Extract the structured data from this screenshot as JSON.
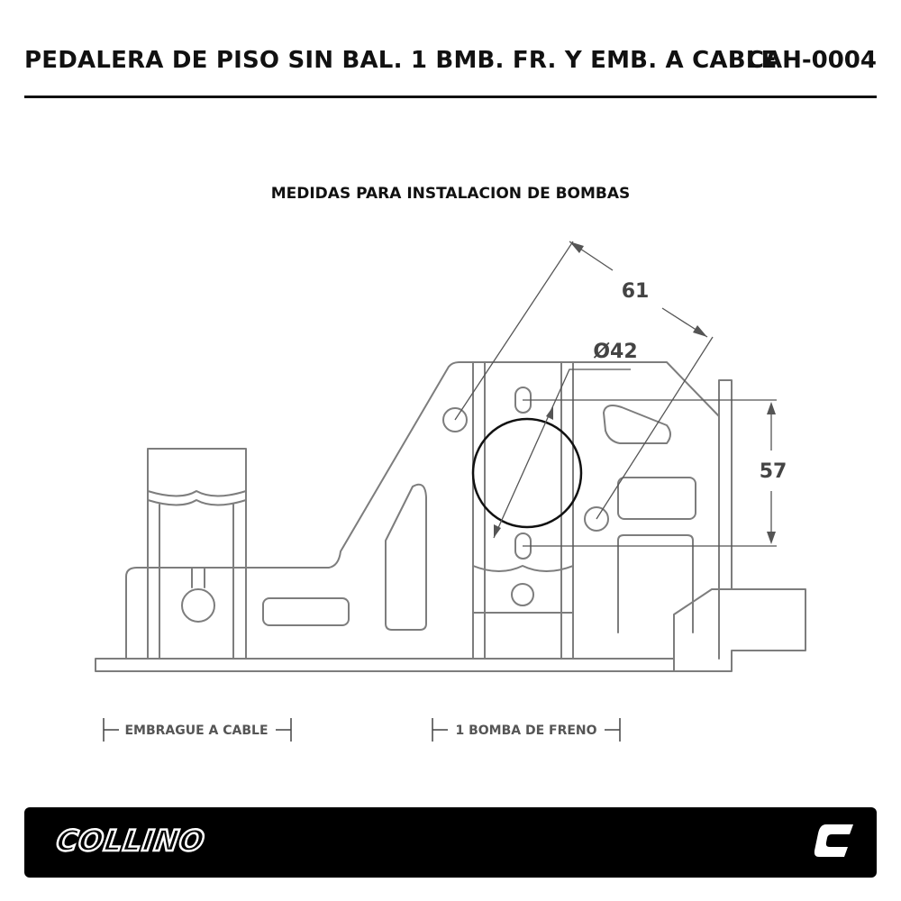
{
  "header": {
    "title": "PEDALERA DE PISO SIN BAL. 1 BMB. FR. Y EMB. A CABLE",
    "code": "CAH-0004"
  },
  "diagram": {
    "subtitle": "MEDIDAS PARA INSTALACION DE BOMBAS",
    "dimensions": {
      "hole_spacing": "61",
      "bore_diameter": "Ø42",
      "vertical_spacing": "57"
    },
    "sections": {
      "clutch": "EMBRAGUE A CABLE",
      "brake": "1 BOMBA DE FRENO"
    }
  },
  "footer": {
    "brand": "COLLINO",
    "brand_mark_icon": "collino-c-logo-icon",
    "background": "#000000"
  }
}
